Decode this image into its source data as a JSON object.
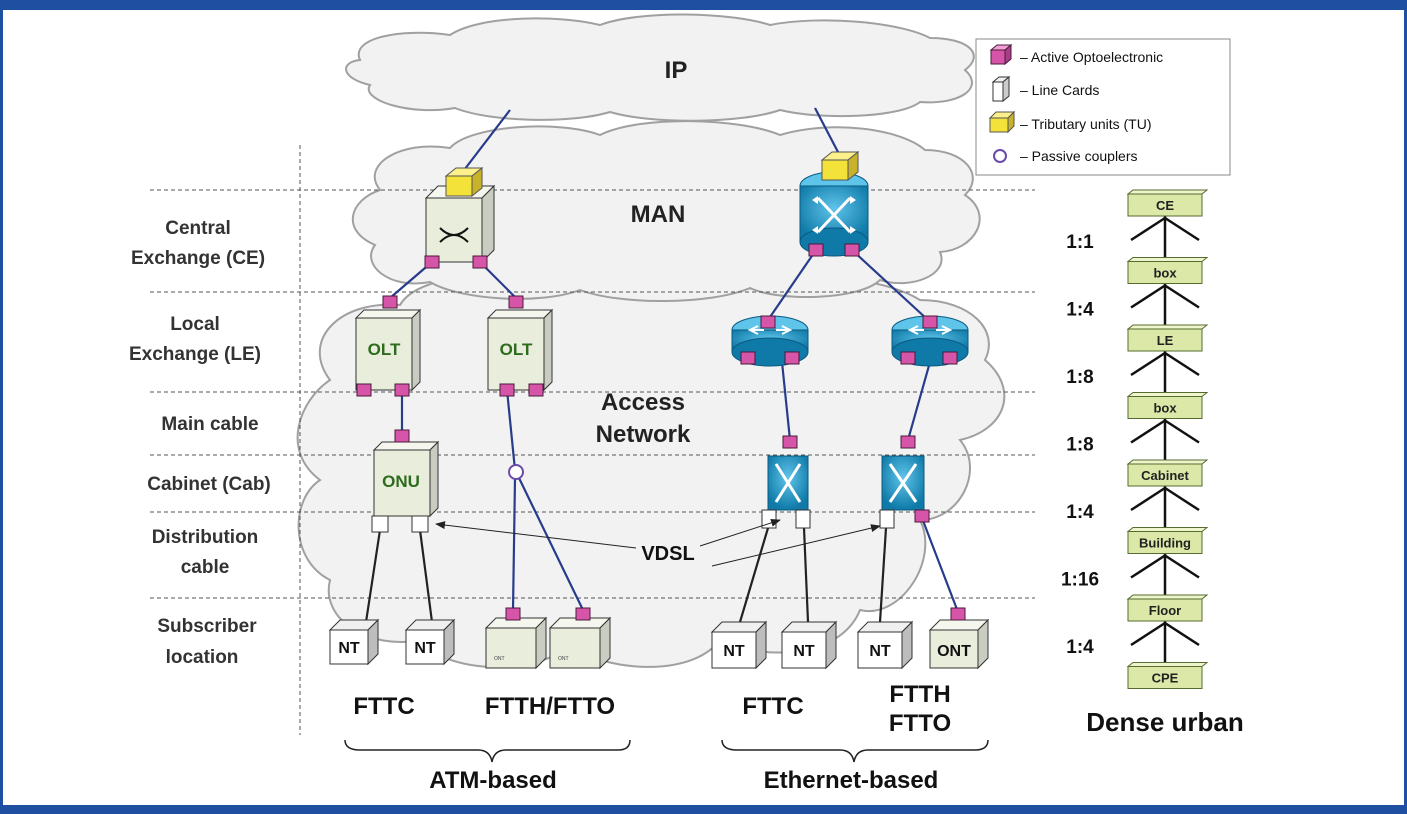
{
  "clouds": {
    "ip": "IP",
    "man": "MAN",
    "access_line1": "Access",
    "access_line2": "Network"
  },
  "levels": {
    "ce_line1": "Central",
    "ce_line2": "Exchange (CE)",
    "le_line1": "Local",
    "le_line2": "Exchange (LE)",
    "main_cable": "Main cable",
    "cabinet": "Cabinet (Cab)",
    "dist_line1": "Distribution",
    "dist_line2": "cable",
    "sub_line1": "Subscriber",
    "sub_line2": "location"
  },
  "devices": {
    "olt": "OLT",
    "onu": "ONU",
    "nt": "NT",
    "ont": "ONT",
    "ont_small": "ONT",
    "vdsl": "VDSL"
  },
  "legend": {
    "active": "– Active Optoelectronic",
    "line_cards": "– Line Cards",
    "tributary": "– Tributary units  (TU)",
    "passive": "– Passive couplers"
  },
  "colors": {
    "active_optoelectronic": "#d655a8",
    "tributary_unit": "#f2e23a",
    "passive_coupler": "#6a4aa8",
    "fiber_link": "#283c8c",
    "copper_link": "#222222",
    "router_switch": "#1a8fbf",
    "device_box": "#eaf0dc",
    "hierarchy_box": "#dbe8a8",
    "border": "#1f4fa0"
  },
  "bottom": {
    "atm_fttc": "FTTC",
    "atm_ftth": "FTTH/FTTO",
    "eth_fttc": "FTTC",
    "eth_ftth_line1": "FTTH",
    "eth_ftth_line2": "FTTO",
    "atm_group": "ATM-based",
    "eth_group": "Ethernet-based",
    "dense_urban": "Dense urban"
  },
  "hierarchy": {
    "levels": [
      "CE",
      "box",
      "LE",
      "box",
      "Cabinet",
      "Building",
      "Floor",
      "CPE"
    ],
    "ratios": [
      "1:1",
      "1:4",
      "1:8",
      "1:8",
      "1:4",
      "1:16",
      "1:4"
    ]
  }
}
